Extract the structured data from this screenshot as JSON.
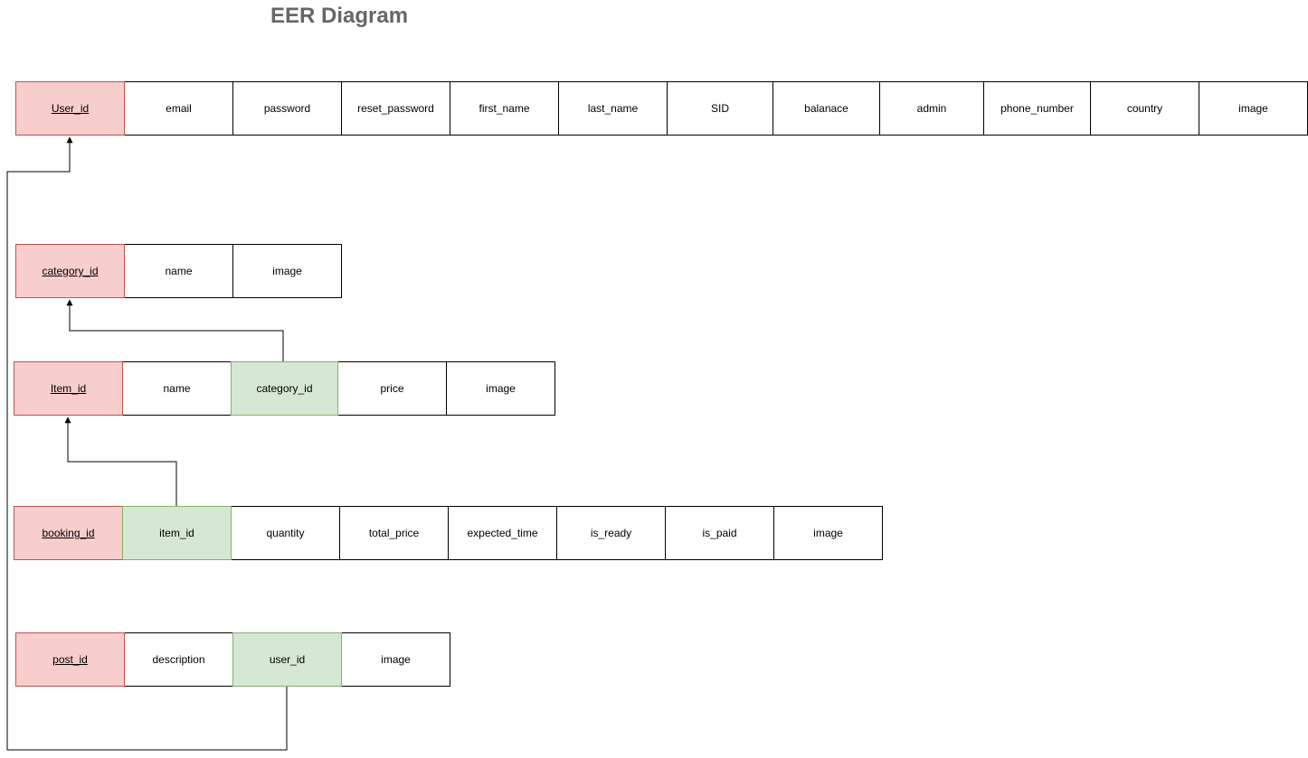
{
  "title": "EER Diagram",
  "tables": {
    "user": {
      "columns": [
        {
          "label": "User_id",
          "role": "pk"
        },
        {
          "label": "email",
          "role": "attr"
        },
        {
          "label": "password",
          "role": "attr"
        },
        {
          "label": "reset_password",
          "role": "attr"
        },
        {
          "label": "first_name",
          "role": "attr"
        },
        {
          "label": "last_name",
          "role": "attr"
        },
        {
          "label": "SID",
          "role": "attr"
        },
        {
          "label": "balanace",
          "role": "attr"
        },
        {
          "label": "admin",
          "role": "attr"
        },
        {
          "label": "phone_number",
          "role": "attr"
        },
        {
          "label": "country",
          "role": "attr"
        },
        {
          "label": "image",
          "role": "attr"
        }
      ]
    },
    "category": {
      "columns": [
        {
          "label": "category_id",
          "role": "pk"
        },
        {
          "label": "name",
          "role": "attr"
        },
        {
          "label": "image",
          "role": "attr"
        }
      ]
    },
    "item": {
      "columns": [
        {
          "label": "Item_id",
          "role": "pk"
        },
        {
          "label": "name",
          "role": "attr"
        },
        {
          "label": "category_id",
          "role": "fk"
        },
        {
          "label": "price",
          "role": "attr"
        },
        {
          "label": "image",
          "role": "attr"
        }
      ]
    },
    "booking": {
      "columns": [
        {
          "label": "booking_id",
          "role": "pk"
        },
        {
          "label": "item_id",
          "role": "fk"
        },
        {
          "label": "quantity",
          "role": "attr"
        },
        {
          "label": "total_price",
          "role": "attr"
        },
        {
          "label": "expected_time",
          "role": "attr"
        },
        {
          "label": "is_ready",
          "role": "attr"
        },
        {
          "label": "is_paid",
          "role": "attr"
        },
        {
          "label": "image",
          "role": "attr"
        }
      ]
    },
    "post": {
      "columns": [
        {
          "label": "post_id",
          "role": "pk"
        },
        {
          "label": "description",
          "role": "attr"
        },
        {
          "label": "user_id",
          "role": "fk"
        },
        {
          "label": "image",
          "role": "attr"
        }
      ]
    }
  },
  "relationships": [
    {
      "from": "item.category_id",
      "to": "category.category_id"
    },
    {
      "from": "booking.item_id",
      "to": "item.Item_id"
    },
    {
      "from": "post.user_id",
      "to": "user.User_id"
    }
  ],
  "colors": {
    "primary_key_fill": "#f8cecc",
    "primary_key_border": "#b85450",
    "foreign_key_fill": "#d5e8d4",
    "foreign_key_border": "#82b366",
    "title": "#666666"
  }
}
